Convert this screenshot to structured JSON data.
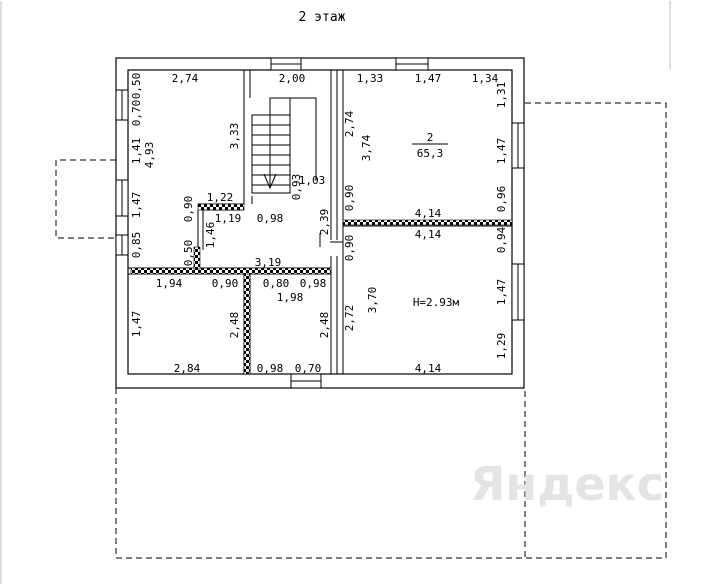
{
  "title": "2 этаж",
  "watermark": "Яндекс",
  "room": {
    "number": "2",
    "area": "65,3",
    "height": "H=2.93м"
  },
  "dims": {
    "d_274_top": "2,74",
    "d_200_top": "2,00",
    "d_133_top": "1,33",
    "d_147_top": "1,47",
    "d_134_top": "1,34",
    "d_070_l": "0,70",
    "d_050_l": "0,50",
    "d_141_l": "1,41",
    "d_493_l": "4,93",
    "d_147_l": "1,47",
    "d_085_l": "0,85",
    "d_333": "3,33",
    "d_274_v": "2,74",
    "d_374": "3,74",
    "d_131_r": "1,31",
    "d_147_r": "1,47",
    "d_096_r": "0,96",
    "d_094_r": "0,94",
    "d_147_r2": "1,47",
    "d_129_r": "1,29",
    "d_103": "1,03",
    "d_093": "0,93",
    "d_090_v1": "0,90",
    "d_239": "2,39",
    "d_090_v2": "0,90",
    "d_414_a": "4,14",
    "d_414_b": "4,14",
    "d_122": "1,22",
    "d_119": "1,19",
    "d_098_hall": "0,98",
    "d_090_v3": "0,90",
    "d_146": "1,46",
    "d_050_v": "0,50",
    "d_319": "3,19",
    "d_194": "1,94",
    "d_090_h": "0,90",
    "d_080": "0,80",
    "d_098_b": "0,98",
    "d_198": "1,98",
    "d_370": "3,70",
    "d_272": "2,72",
    "d_248_a": "2,48",
    "d_248_b": "2,48",
    "d_147_bl": "1,47",
    "d_284": "2,84",
    "d_098_bot": "0,98",
    "d_070_bot": "0,70",
    "d_414_bot": "4,14"
  }
}
